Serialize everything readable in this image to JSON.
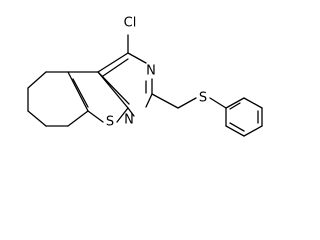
{
  "molecule": {
    "atoms": {
      "chlorine": "Cl",
      "nitrogen_upper": "N",
      "nitrogen_lower": "N",
      "sulfur_thiophene": "S",
      "sulfur_thioether": "S"
    },
    "colors": {
      "bond": "#000000",
      "label": "#000000",
      "background": "#ffffff"
    }
  }
}
